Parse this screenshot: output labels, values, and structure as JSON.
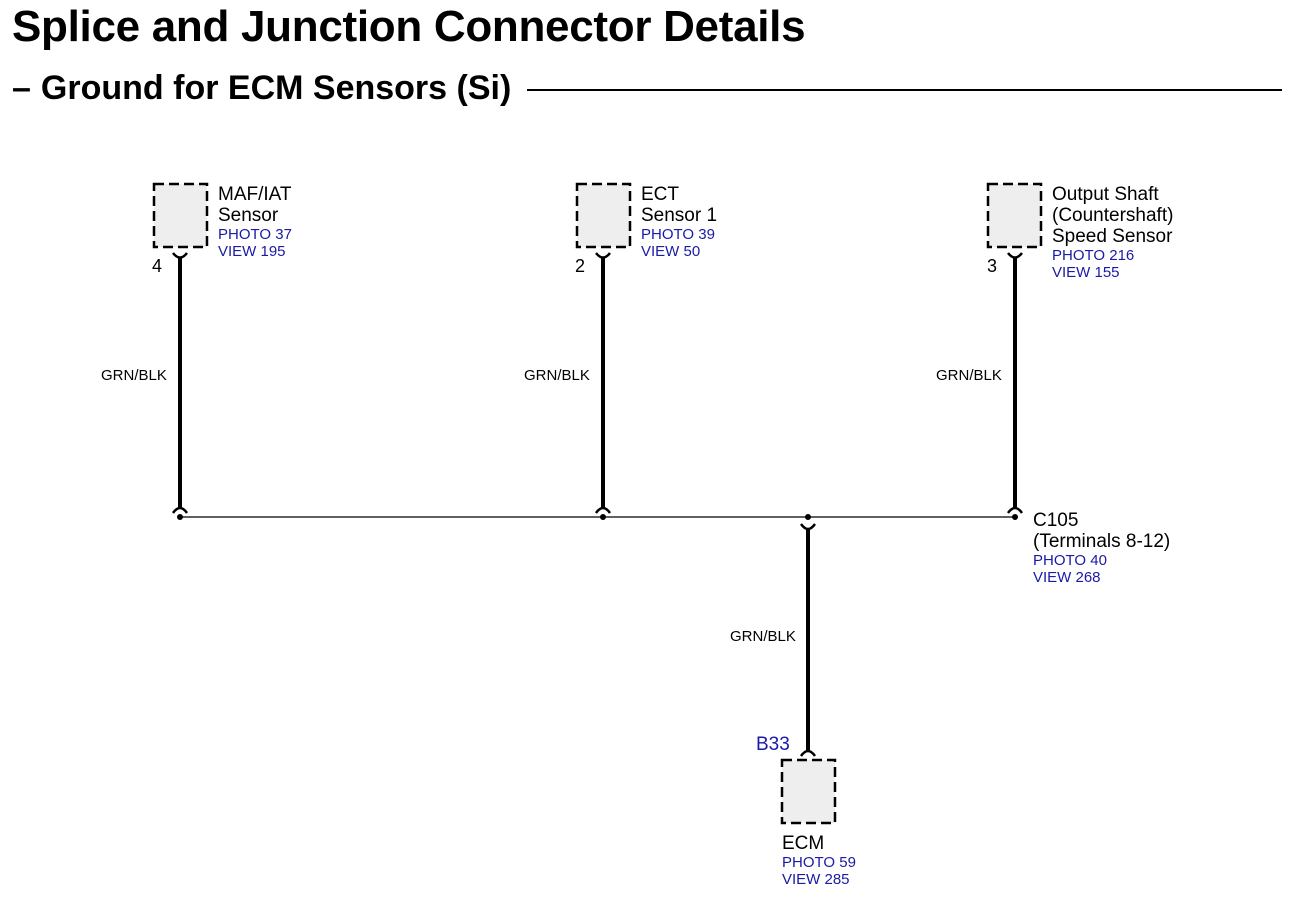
{
  "title": "Splice and Junction Connector Details",
  "subtitle_dash": "–",
  "subtitle": "Ground for ECM Sensors (Si)",
  "components": {
    "maf_iat": {
      "name": [
        "MAF/IAT",
        "Sensor"
      ],
      "photo": "PHOTO 37",
      "view": "VIEW 195",
      "pin": "4",
      "wire": "GRN/BLK"
    },
    "ect": {
      "name": [
        "ECT",
        "Sensor 1"
      ],
      "photo": "PHOTO 39",
      "view": "VIEW 50",
      "pin": "2",
      "wire": "GRN/BLK"
    },
    "output_shaft": {
      "name": [
        "Output Shaft",
        "(Countershaft)",
        "Speed Sensor"
      ],
      "photo": "PHOTO 216",
      "view": "VIEW 155",
      "pin": "3",
      "wire": "GRN/BLK"
    },
    "ecm": {
      "connector": "B33",
      "name": [
        "ECM"
      ],
      "photo": "PHOTO 59",
      "view": "VIEW 285",
      "wire": "GRN/BLK"
    }
  },
  "junction": {
    "name": [
      "C105",
      "(Terminals 8-12)"
    ],
    "photo": "PHOTO 40",
    "view": "VIEW 268"
  },
  "colors": {
    "reference_text": "#1a1aa6",
    "component_fill": "#eeeeee",
    "line": "#000000"
  }
}
